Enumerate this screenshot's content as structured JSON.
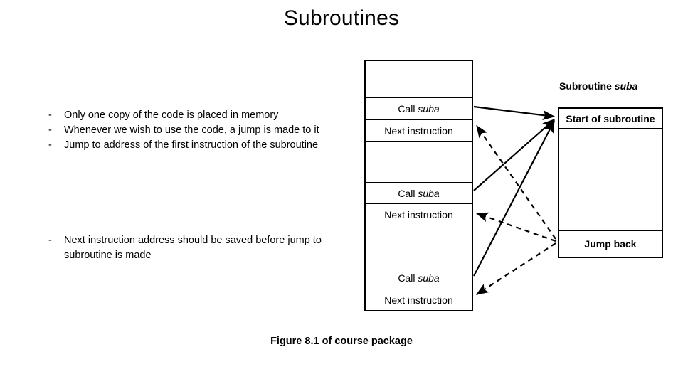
{
  "slide": {
    "title": "Subroutines",
    "caption": "Figure 8.1 of course package"
  },
  "bullets_group_1": [
    {
      "dash": "-",
      "text": "Only one copy of the code is placed in memory"
    },
    {
      "dash": "-",
      "text": "Whenever we wish to use the code, a jump is made to it"
    },
    {
      "dash": "-",
      "text": "Jump to address of the first instruction of the subroutine"
    }
  ],
  "bullets_group_2": [
    {
      "dash": "-",
      "text": "Next instruction address should be saved before jump to subroutine is made"
    }
  ],
  "main_program_box": {
    "rows": [
      {
        "label": "",
        "kind": "blank"
      },
      {
        "label": "Call suba",
        "kind": "call",
        "call_word": "Call",
        "target": "suba"
      },
      {
        "label": "Next instruction",
        "kind": "next"
      },
      {
        "label": "",
        "kind": "blank"
      },
      {
        "label": "Call suba",
        "kind": "call",
        "call_word": "Call",
        "target": "suba"
      },
      {
        "label": "Next instruction",
        "kind": "next"
      },
      {
        "label": "",
        "kind": "blank"
      },
      {
        "label": "Call suba",
        "kind": "call",
        "call_word": "Call",
        "target": "suba"
      },
      {
        "label": "Next instruction",
        "kind": "next"
      }
    ]
  },
  "subroutine_box": {
    "label_prefix": "Subroutine",
    "label_name": "suba",
    "start_row": "Start of subroutine",
    "middle_row": "",
    "jump_back_row": "Jump back"
  },
  "colors": {
    "line": "#000000",
    "background": "#ffffff",
    "text": "#000000"
  }
}
